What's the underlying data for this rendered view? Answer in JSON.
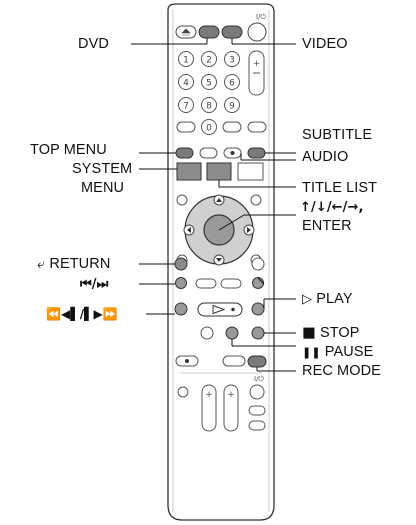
{
  "diagram": {
    "labels_left": {
      "dvd": "DVD",
      "top_menu": "TOP MENU",
      "system_menu_line1": "SYSTEM",
      "system_menu_line2": "MENU",
      "return_symbol": "⤶",
      "return": "RETURN",
      "prev_next": "⏮/⏭",
      "scan_slow": "⏪◀▌/▌▶⏩"
    },
    "labels_right": {
      "video": "VIDEO",
      "subtitle": "SUBTITLE",
      "audio": "AUDIO",
      "title_list": "TITLE LIST",
      "arrows": "↑/↓/←/→,",
      "enter": "ENTER",
      "play_symbol": "▷",
      "play": "PLAY",
      "stop_symbol": "■",
      "stop": "STOP",
      "pause_symbol": "❚❚",
      "pause": "PAUSE",
      "rec_mode": "REC MODE"
    },
    "remote_keys": {
      "n1": "1",
      "n2": "2",
      "n3": "3",
      "n4": "4",
      "n5": "5",
      "n6": "6",
      "n7": "7",
      "n8": "8",
      "n9": "9",
      "n0": "0",
      "i_o": "I/⏻",
      "plus": "+",
      "minus": "−",
      "eject": "⏏"
    },
    "colors": {
      "outline": "#333333",
      "button_gray": "#8c8c8c",
      "button_dark": "#6e6e6e",
      "leader": "#111111"
    }
  }
}
